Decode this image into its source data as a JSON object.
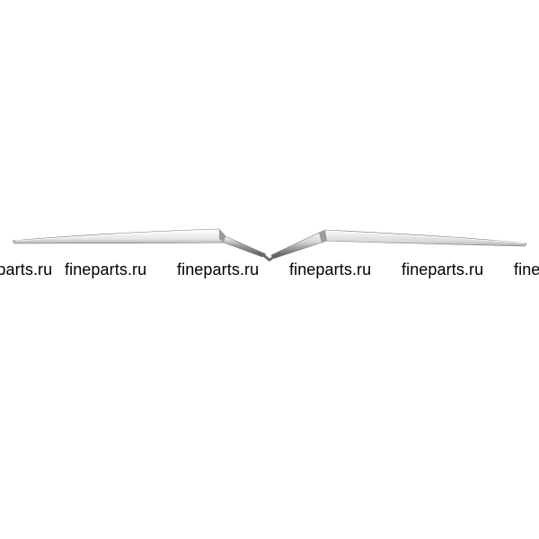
{
  "image": {
    "subject": "chrome-grille-molding",
    "background_color": "#ffffff",
    "chrome_colors": [
      "#f4f4f4",
      "#cfcfcf",
      "#8a8a8a",
      "#5a5a5a"
    ]
  },
  "watermark": {
    "text": "fineparts.ru",
    "repeats": [
      "fineparts.ru",
      "fineparts.ru",
      "fineparts.ru",
      "fineparts.ru",
      "fineparts.ru",
      "fineparts.ru"
    ]
  }
}
